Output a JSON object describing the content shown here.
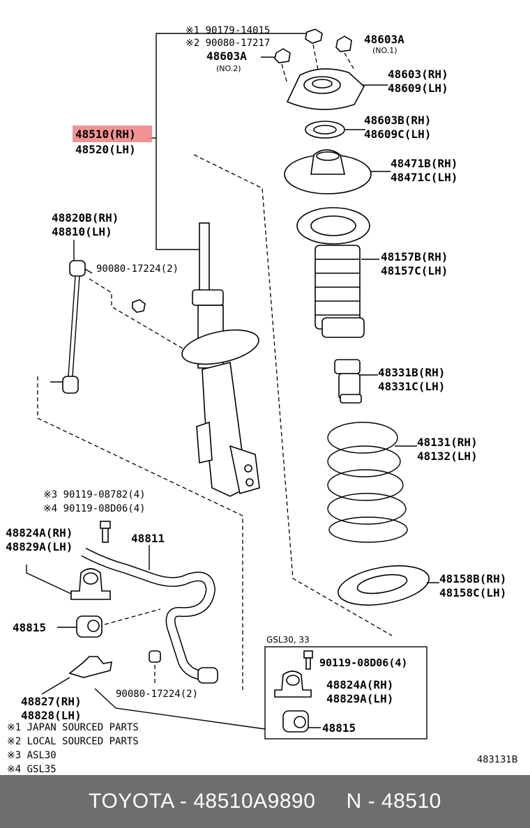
{
  "callouts": {
    "c1_line1": "※1 90179-14015",
    "c1_line2": "※2 90080-17217",
    "nut_a": "48603A",
    "nut_a_note1": "(NO.1)",
    "nut_a2": "48603A",
    "nut_a_note2": "(NO.2)",
    "mount_rh": "48603(RH)",
    "mount_lh": "48609(LH)",
    "bearing_rh": "48603B(RH)",
    "bearing_lh": "48609C(LH)",
    "seat_rh": "48471B(RH)",
    "seat_lh": "48471C(LH)",
    "strut_rh": "48510(RH)",
    "strut_lh": "48520(LH)",
    "link_rh": "48820B(RH)",
    "link_lh": "48810(LH)",
    "link_nut": "90080-17224(2)",
    "boot_rh": "48157B(RH)",
    "boot_lh": "48157C(LH)",
    "bumper_rh": "48331B(RH)",
    "bumper_lh": "48331C(LH)",
    "spring_rh": "48131(RH)",
    "spring_lh": "48132(LH)",
    "bolt3": "※3 90119-08782(4)",
    "bolt4": "※4 90119-08D06(4)",
    "bracket_rh": "48824A(RH)",
    "bracket_lh": "48829A(LH)",
    "stab_bar": "48811",
    "bushing": "48815",
    "lower_seat_rh": "48158B(RH)",
    "lower_seat_lh": "48158C(LH)",
    "gsl_title": "GSL30, 33",
    "gsl_bolt": "90119-08D06(4)",
    "gsl_bracket_rh": "48824A(RH)",
    "gsl_bracket_lh": "48829A(LH)",
    "gsl_bushing": "48815",
    "lower_nut": "90080-17224(2)",
    "plate_rh": "48827(RH)",
    "plate_lh": "48828(LH)"
  },
  "notes": [
    "※1 JAPAN SOURCED PARTS",
    "※2 LOCAL SOURCED PARTS",
    "※3 ASL30",
    "※4 GSL35"
  ],
  "figure_id": "483131B",
  "highlight_color": "#f08080",
  "footer": {
    "text": "TOYOTA - 48510A9890     N - 48510"
  }
}
